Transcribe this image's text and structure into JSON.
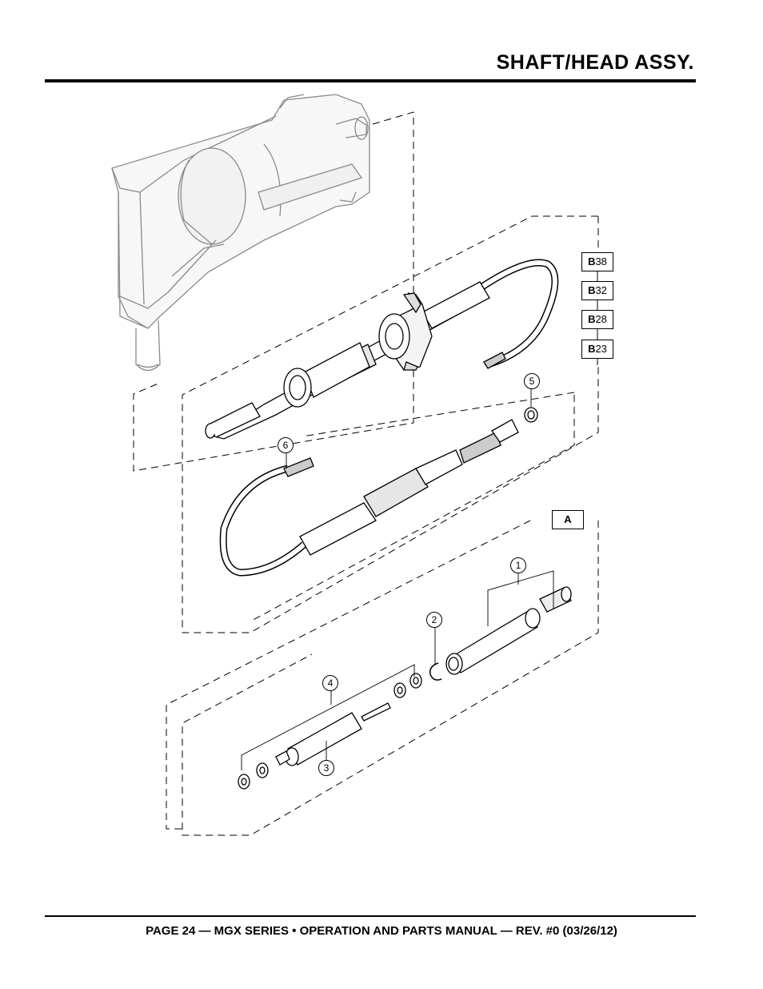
{
  "header": {
    "title": "SHAFT/HEAD ASSY."
  },
  "tags": [
    {
      "prefix": "B",
      "number": "38"
    },
    {
      "prefix": "B",
      "number": "32"
    },
    {
      "prefix": "B",
      "number": "28"
    },
    {
      "prefix": "B",
      "number": "23"
    }
  ],
  "section_tag": "A",
  "callouts": {
    "c1": "1",
    "c2": "2",
    "c3": "3",
    "c4": "4",
    "c5": "5",
    "c6": "6"
  },
  "footer": {
    "text": "PAGE 24 — MGX SERIES • OPERATION AND PARTS MANUAL — REV. #0 (03/26/12)"
  }
}
